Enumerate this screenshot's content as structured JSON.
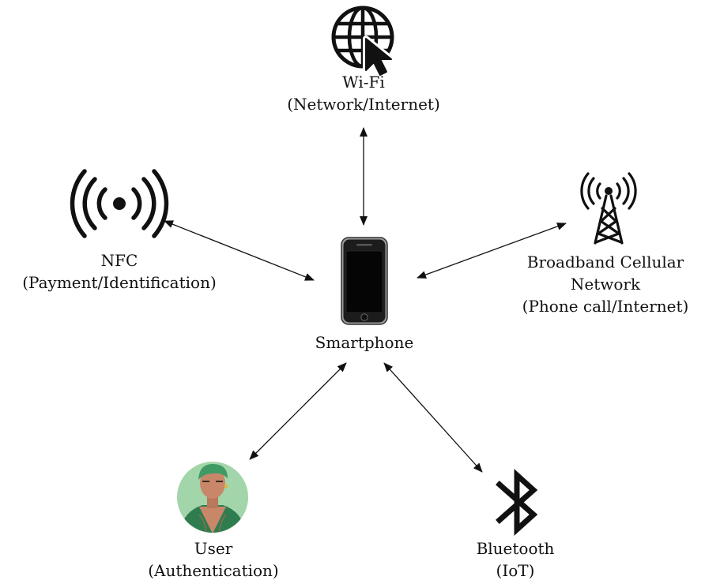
{
  "nodes": {
    "wifi": {
      "lines": [
        "Wi-Fi",
        "(Network/Internet)"
      ],
      "icon": "globe-cursor-icon"
    },
    "nfc": {
      "lines": [
        "NFC",
        "(Payment/Identification)"
      ],
      "icon": "nfc-icon"
    },
    "cellular": {
      "lines": [
        "Broadband Cellular",
        "Network",
        "(Phone call/Internet)"
      ],
      "icon": "cell-tower-icon"
    },
    "smartphone": {
      "lines": [
        "Smartphone"
      ],
      "icon": "smartphone-icon"
    },
    "user": {
      "lines": [
        "User",
        "(Authentication)"
      ],
      "icon": "user-avatar-icon"
    },
    "bluetooth": {
      "lines": [
        "Bluetooth",
        "(IoT)"
      ],
      "icon": "bluetooth-icon"
    }
  },
  "edges": [
    {
      "from": "smartphone",
      "to": "wifi",
      "directed": "both"
    },
    {
      "from": "smartphone",
      "to": "nfc",
      "directed": "both"
    },
    {
      "from": "smartphone",
      "to": "cellular",
      "directed": "both"
    },
    {
      "from": "smartphone",
      "to": "user",
      "directed": "both"
    },
    {
      "from": "smartphone",
      "to": "bluetooth",
      "directed": "both"
    }
  ],
  "colors": {
    "ink": "#111111",
    "avatar_bg": "#9fd3a6",
    "avatar_skin": "#c9876a",
    "avatar_hair": "#3f9a63",
    "avatar_robe": "#2f7d4f"
  }
}
